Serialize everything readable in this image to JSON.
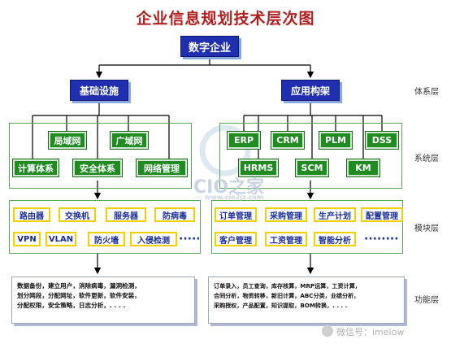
{
  "title": "企业信息规划技术层次图",
  "top_node": "数字企业",
  "level2": {
    "left": "基础设施",
    "right": "应用构架"
  },
  "infrastructure": {
    "top_row": [
      "局域网",
      "广域网"
    ],
    "bottom_row": [
      "计算体系",
      "安全体系",
      "网络管理"
    ]
  },
  "applications": {
    "top_row": [
      "ERP",
      "CRM",
      "PLM",
      "DSS"
    ],
    "bottom_row": [
      "HRMS",
      "SCM",
      "KM"
    ]
  },
  "infra_modules": {
    "row1": [
      "路由器",
      "交换机",
      "服务器",
      "防病毒"
    ],
    "row2": [
      "VPN",
      "VLAN",
      "防火墙",
      "入侵检测"
    ],
    "ellipsis": "·····"
  },
  "app_modules": {
    "row1": [
      "订单管理",
      "采购管理",
      "生产计划",
      "配置管理"
    ],
    "row2": [
      "客户管理",
      "工资管理",
      "智能分析"
    ],
    "ellipsis": "········"
  },
  "infra_functions": [
    "数据备份，建立用户，消除病毒，漏洞检测，",
    "划分网段，分配网址，软件更新，软件安装，",
    "分配权限，安全策略，日志分析，. . . ."
  ],
  "app_functions": [
    "订单录入，员工查询，库存核算，MRP运算，工资计算，",
    "合同分析，物资转移，新旧计算，ABC分类，业绩分析，",
    "采购授权，产品配置，知识提取，BOM转换，. . . ."
  ],
  "layer_labels": [
    "体系层",
    "系统层",
    "模块层",
    "功能层"
  ],
  "watermark": {
    "logo": "CIO之家",
    "url": "www.cio2jz.com"
  },
  "footer": "微信号：imeiow"
}
